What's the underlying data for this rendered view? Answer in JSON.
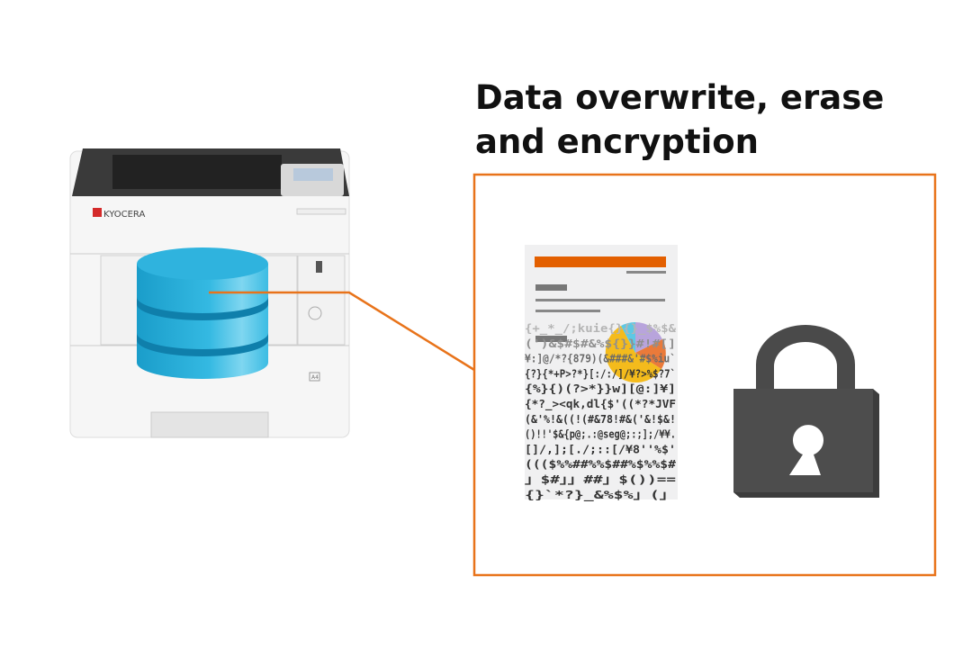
{
  "title": {
    "line1": "Data overwrite, erase",
    "line2": "and encryption"
  },
  "printer": {
    "brand": "KYOCERA",
    "paper_size": "A4"
  },
  "document": {
    "scrambled_lines": [
      "{+_*_/;kuie{}{}_$%$&",
      "(')&$#$#&%${}}#!#[]",
      "¥:]@/*?{879)(&###&'#$%iu`",
      "{?}{*+P>?*}[:/:/]/¥?>%$?7`",
      "{%}{)(?>*}}w][@:]¥]",
      "{*?_><qk,dl{$'((*?*JVF",
      "(&'%!&((!(#&78!#&('&!$&!",
      "()!!'$&{p@;.:@seg@;:;];/¥¥.",
      "[]/,];[./;::[/¥8''%$'",
      "((($%%##%%$##%$%%$#",
      "」$#」」##」$())==",
      "{}`*?}_&%$%」(」"
    ]
  },
  "colors": {
    "accent": "#e8731a",
    "storage": "#2bb5de",
    "lock": "#4a4a4a",
    "doc_header": "#e35f00"
  }
}
